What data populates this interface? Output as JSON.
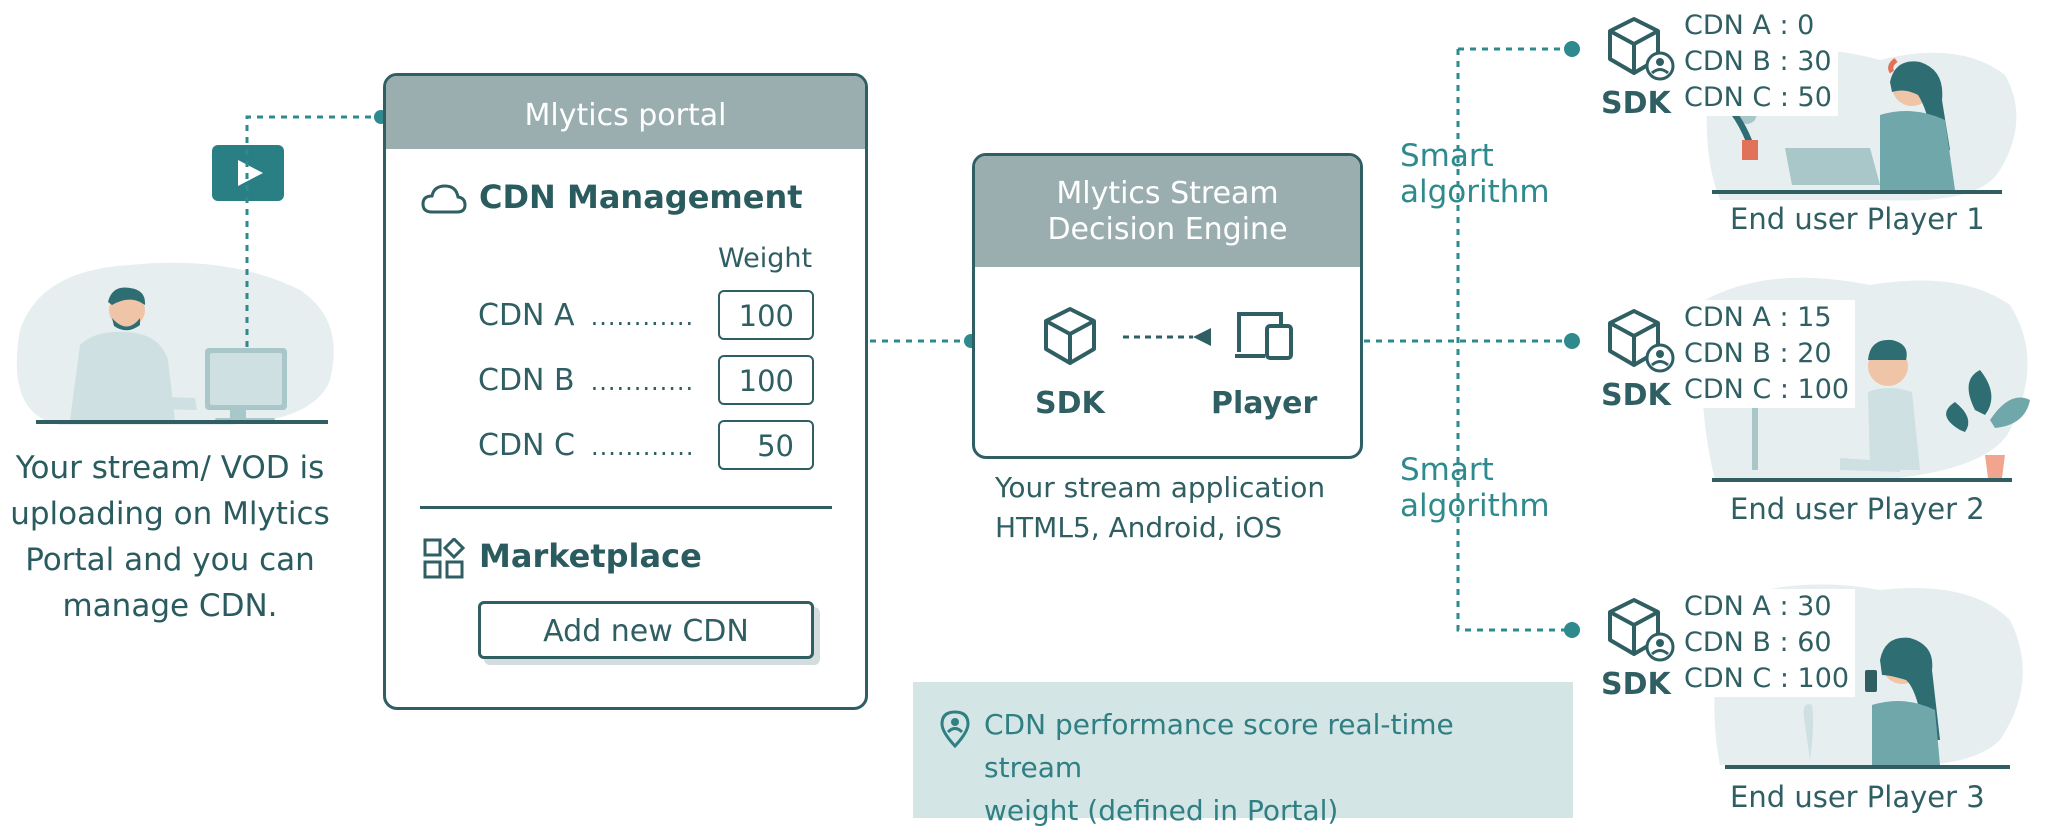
{
  "left": {
    "caption_lines": [
      "Your stream/ VOD is",
      "uploading on Mlytics",
      "Portal and you can",
      "manage CDN."
    ]
  },
  "portal": {
    "title": "Mlytics portal",
    "cdn_section_title": "CDN Management",
    "weight_header": "Weight",
    "dots": "............",
    "rows": [
      {
        "name": "CDN A",
        "weight": "100"
      },
      {
        "name": "CDN B",
        "weight": "100"
      },
      {
        "name": "CDN C",
        "weight": "50"
      }
    ],
    "marketplace_title": "Marketplace",
    "add_button": "Add new CDN"
  },
  "engine": {
    "title_line1": "Mlytics Stream",
    "title_line2": "Decision Engine",
    "sdk_label": "SDK",
    "player_label": "Player",
    "caption_line1": "Your stream application",
    "caption_line2": "HTML5, Android, iOS"
  },
  "algorithm": {
    "label_line1": "Smart",
    "label_line2": "algorithm"
  },
  "players": [
    {
      "sdk": "SDK",
      "scores": [
        "CDN A : 0",
        "CDN B : 30",
        "CDN C : 50"
      ],
      "label": "End user Player 1"
    },
    {
      "sdk": "SDK",
      "scores": [
        "CDN A : 15",
        "CDN B : 20",
        "CDN C : 100"
      ],
      "label": "End user Player 2"
    },
    {
      "sdk": "SDK",
      "scores": [
        "CDN A : 30",
        "CDN B : 60",
        "CDN C : 100"
      ],
      "label": "End user Player 3"
    }
  ],
  "notice": {
    "line1": "CDN performance score real-time stream",
    "line2": "weight (defined in Portal)"
  },
  "colors": {
    "primary": "#2f5f63",
    "accent": "#2f8a8d",
    "header_gray": "#9aaeb0",
    "notice_bg": "#d4e5e6",
    "blob_bg": "#e6eeef"
  },
  "icons": [
    "play-icon",
    "cloud-icon",
    "marketplace-icon",
    "cube-icon",
    "devices-icon",
    "sdk-user-cube-icon",
    "location-person-icon"
  ]
}
